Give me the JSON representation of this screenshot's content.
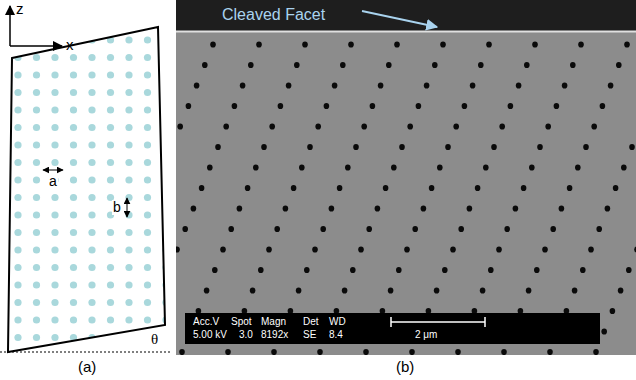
{
  "diagram": {
    "nodes": [
      {
        "text": [
          "Acc.V",
          "Spot",
          "Magn",
          "Det",
          "WD",
          "5.00 kV",
          "3.0",
          "8192x",
          "SE",
          "8.4",
          "2 μm"
        ]
      }
    ],
    "labels": [
      "z",
      "x",
      "a",
      "b",
      "θ",
      "(a)",
      "Cleaved Facet",
      "(b)"
    ]
  }
}
